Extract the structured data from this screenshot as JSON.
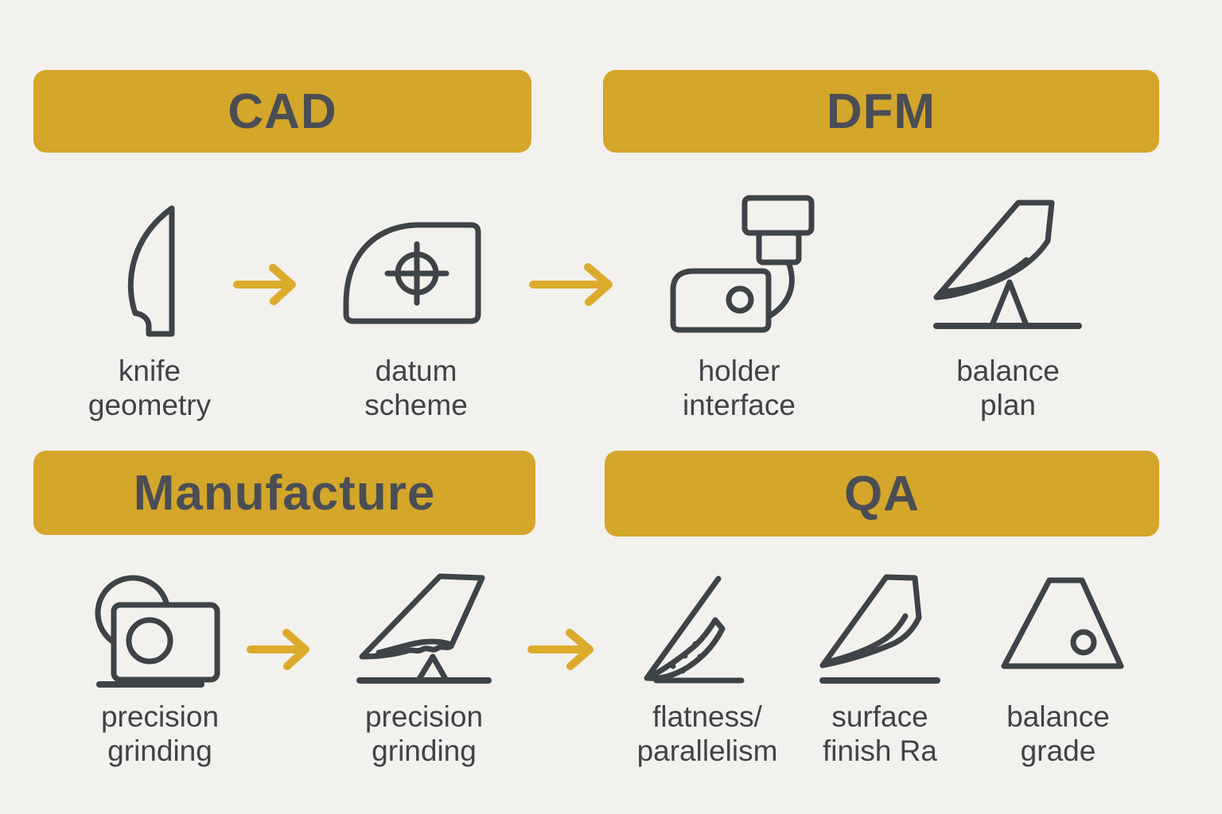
{
  "palette": {
    "background": "#f2f1ee",
    "banner": "#d4a62a",
    "banner_text": "#4a4e54",
    "icon_stroke": "#3e4347",
    "label_text": "#3e4347",
    "arrow": "#dcab2c"
  },
  "banners": {
    "cad": "CAD",
    "dfm": "DFM",
    "manufacture": "Manufacture",
    "qa": "QA"
  },
  "labels": {
    "knife_geometry": {
      "line1": "knife",
      "line2": "geometry"
    },
    "datum_scheme": {
      "line1": "datum",
      "line2": "scheme"
    },
    "holder_interface": {
      "line1": "holder",
      "line2": "interface"
    },
    "balance_plan": {
      "line1": "balance",
      "line2": "plan"
    },
    "precision_grinding_1": {
      "line1": "precision",
      "line2": "grinding"
    },
    "precision_grinding_2": {
      "line1": "precision",
      "line2": "grinding"
    },
    "flatness_parallelism": {
      "line1": "flatness/",
      "line2": "parallelism"
    },
    "surface_finish": {
      "line1": "surface",
      "line2": "finish Ra"
    },
    "balance_grade": {
      "line1": "balance",
      "line2": "grade"
    }
  },
  "icons": {
    "knife_geometry": "knife-blade-outline-icon",
    "datum_scheme": "plate-with-datum-target-icon",
    "holder_interface": "tool-holder-spindle-icon",
    "balance_plan": "blade-on-pivot-icon",
    "precision_grinding_1": "grinding-wheel-icon",
    "precision_grinding_2": "blade-on-pivot-grind-icon",
    "flatness_parallelism": "thin-blade-stipple-icon",
    "surface_finish": "blade-over-surface-icon",
    "balance_grade": "blade-segment-hole-icon"
  },
  "flow": [
    {
      "from": "knife geometry",
      "to": "datum scheme"
    },
    {
      "from": "datum scheme",
      "to": "holder interface"
    },
    {
      "from": "precision grinding",
      "to": "precision grinding"
    },
    {
      "from": "precision grinding",
      "to": "flatness/parallelism"
    }
  ]
}
